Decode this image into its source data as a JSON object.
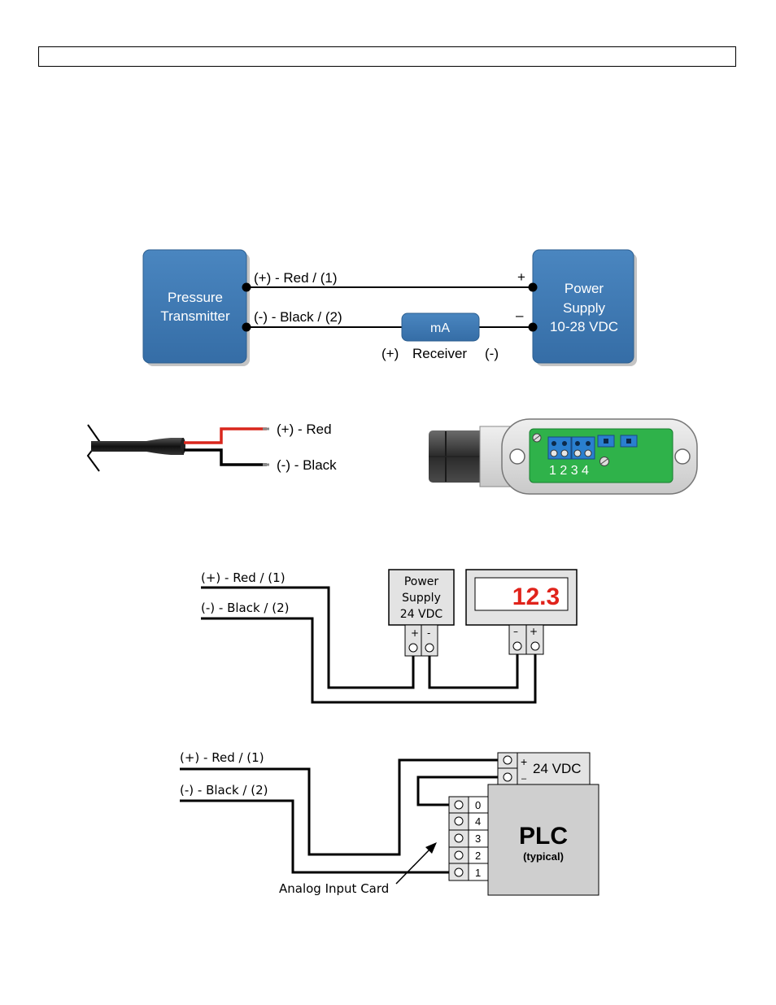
{
  "header": {
    "title": ""
  },
  "diagram1": {
    "transmitter_line1": "Pressure",
    "transmitter_line2": "Transmitter",
    "power_line1": "Power",
    "power_line2": "Supply",
    "power_line3": "10-28 VDC",
    "wire_pos_label": "(+) - Red / (1)",
    "wire_neg_label": "(-) - Black / (2)",
    "plus_sign": "+",
    "minus_sign": "–",
    "receiver_box": "mA",
    "receiver_pos": "(+)",
    "receiver_label": "Receiver",
    "receiver_neg": "(-)"
  },
  "cable": {
    "red_label": "(+) - Red",
    "black_label": "(-) - Black"
  },
  "terminal_block": {
    "numbers": "1 2 3 4"
  },
  "diagram2": {
    "wire_pos_label": "(+) - Red / (1)",
    "wire_neg_label": "(-) - Black / (2)",
    "ps_line1": "Power",
    "ps_line2": "Supply",
    "ps_line3": "24 VDC",
    "ps_plus": "+",
    "ps_minus": "-",
    "display_value": "12.3",
    "display_minus": "–",
    "display_plus": "+"
  },
  "diagram3": {
    "wire_pos_label": "(+) - Red / (1)",
    "wire_neg_label": "(-) - Black / (2)",
    "supply_plus": "+",
    "supply_minus": "–",
    "supply_label": "24 VDC",
    "channels": [
      "0",
      "4",
      "3",
      "2",
      "1"
    ],
    "plc_title": "PLC",
    "plc_sub": "(typical)",
    "card_label": "Analog Input Card"
  },
  "colors": {
    "box_blue": "#3b78b4",
    "red_wire": "#d9261c",
    "pcb_green": "#2fb24a",
    "display_red": "#e0231b"
  }
}
